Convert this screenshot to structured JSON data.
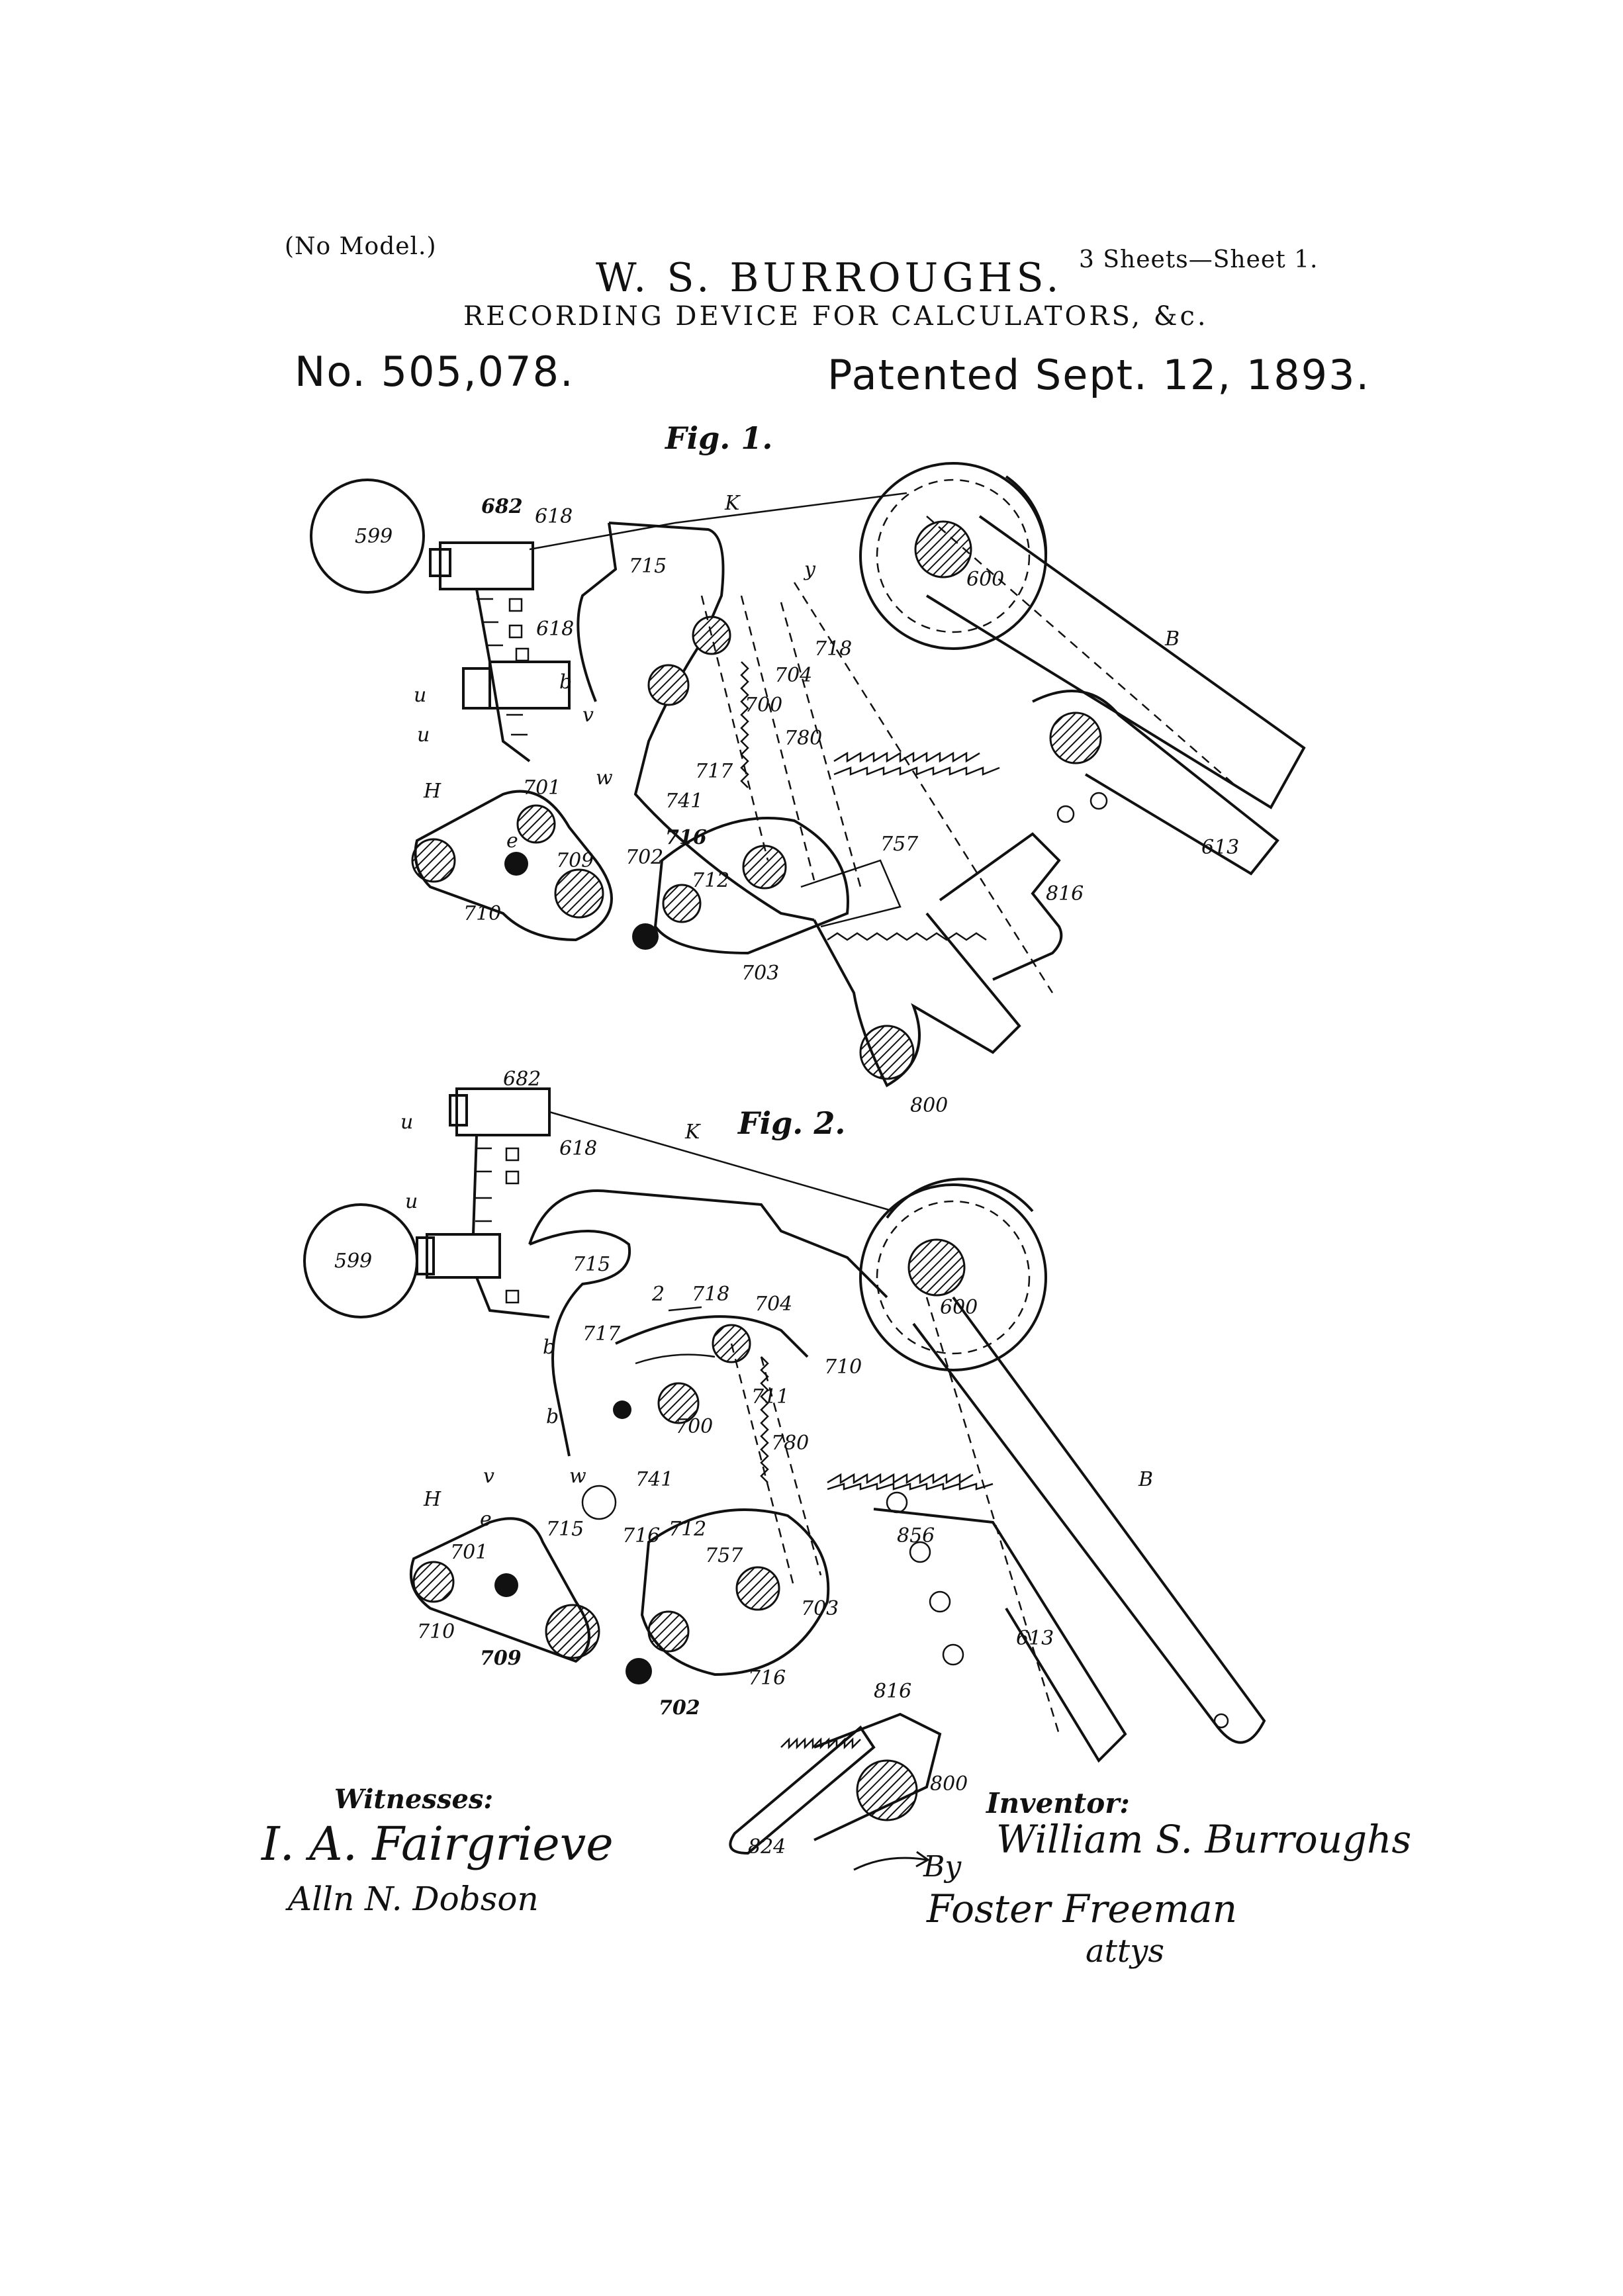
{
  "header": {
    "model_note": "(No Model.)",
    "sheets": "3 Sheets—Sheet 1.",
    "inventor_name": "W. S. BURROUGHS.",
    "subtitle": "RECORDING DEVICE FOR CALCULATORS, &c.",
    "patent_number": "No. 505,078.",
    "patent_date": "Patented Sept. 12, 1893."
  },
  "figures": [
    {
      "label": "Fig. 1.",
      "parts": [
        "599",
        "682",
        "618",
        "K",
        "715",
        "600",
        "y",
        "718",
        "704",
        "B",
        "u",
        "b",
        "v",
        "700",
        "780",
        "w",
        "717",
        "H",
        "701",
        "741",
        "e",
        "716",
        "709",
        "702",
        "712",
        "757",
        "816",
        "613",
        "710",
        "703",
        "800"
      ]
    },
    {
      "label": "Fig. 2.",
      "parts": [
        "682",
        "u",
        "618",
        "K",
        "599",
        "715",
        "600",
        "2",
        "718",
        "704",
        "717",
        "b",
        "710",
        "711",
        "700",
        "780",
        "741",
        "v",
        "w",
        "B",
        "H",
        "e",
        "715",
        "716",
        "712",
        "757",
        "856",
        "701",
        "703",
        "710",
        "709",
        "716",
        "702",
        "613",
        "816",
        "800",
        "824"
      ]
    }
  ],
  "signatures": {
    "witnesses_label": "Witnesses:",
    "witness_1": "I. A. Fairgrieve",
    "witness_2": "Alln N. Dobson",
    "inventor_label": "Inventor:",
    "inventor_signature": "William S. Burroughs",
    "by": "By",
    "attorneys": "Foster Freeman",
    "attorneys_suffix": "attys"
  }
}
